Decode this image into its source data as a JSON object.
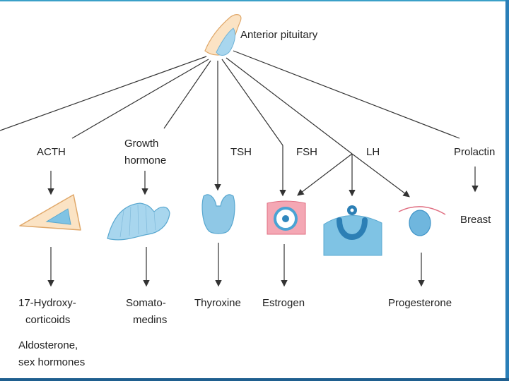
{
  "source": {
    "label": "Anterior pituitary"
  },
  "hormones": {
    "acth": "ACTH",
    "gh_line1": "Growth",
    "gh_line2": "hormone",
    "tsh": "TSH",
    "fsh": "FSH",
    "lh": "LH",
    "prolactin": "Prolactin"
  },
  "targets": {
    "breast": "Breast"
  },
  "products": {
    "cort_line1": "17-Hydroxy-",
    "cort_line2": "corticoids",
    "aldo_line1": "Aldosterone,",
    "aldo_line2": "sex hormones",
    "soma_line1": "Somato-",
    "soma_line2": "medins",
    "thyroxine": "Thyroxine",
    "estrogen": "Estrogen",
    "progesterone": "Progesterone"
  },
  "colors": {
    "gland_fill": "#7fc3e4",
    "pituitary_fill": "#fbe3c4",
    "ovary_fill": "#f4a7b4",
    "frame_accent": "#2a7fb8"
  }
}
